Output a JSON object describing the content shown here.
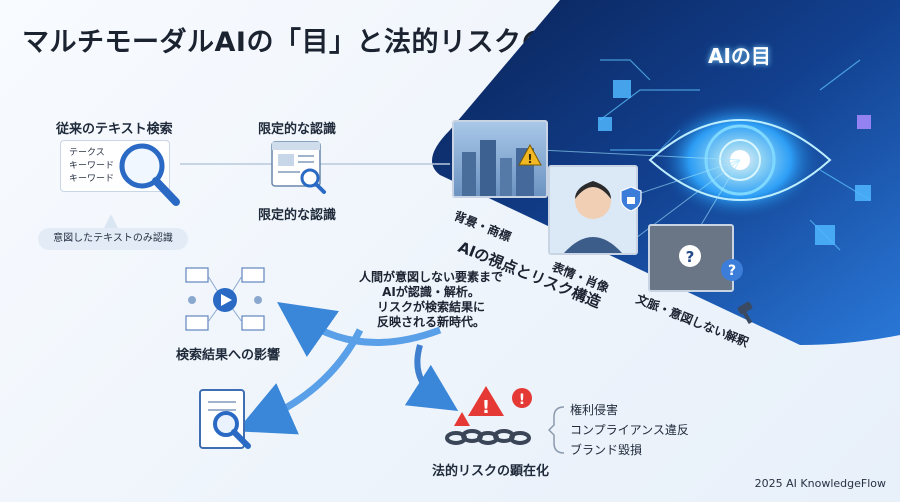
{
  "title": "マルチモーダルAIの「目」と法的リスクの変容",
  "ai_eye_label": "AIの目",
  "traditional": {
    "title": "従来のテキスト検索",
    "card_lines": [
      "テークス",
      "キーワード",
      "キーワード"
    ],
    "note": "意図したテキストのみ認識"
  },
  "limited": {
    "title_top": "限定的な認識",
    "title_bottom": "限定的な認識"
  },
  "viewpoint": {
    "heading": "AIの視点とリスク構造",
    "label_background": "背景・商標",
    "label_expression": "表情・肖像",
    "label_context": "文脈・意図しない解釈"
  },
  "central_text": [
    "人間が意図しない要素まで",
    "AIが認識・解析。",
    "リスクが検索結果に",
    "反映される新時代。"
  ],
  "impact_label": "検索結果への影響",
  "legal_risk": {
    "label": "法的リスクの顕在化",
    "items": [
      "権利侵害",
      "コンプライアンス違反",
      "ブランド毀損"
    ]
  },
  "footer": "2025 AI KnowledgeFlow",
  "colors": {
    "panel_dark": "#0c2a63",
    "panel_light": "#1f63c9",
    "accent": "#2d8fe6",
    "alert": "#e53935"
  }
}
